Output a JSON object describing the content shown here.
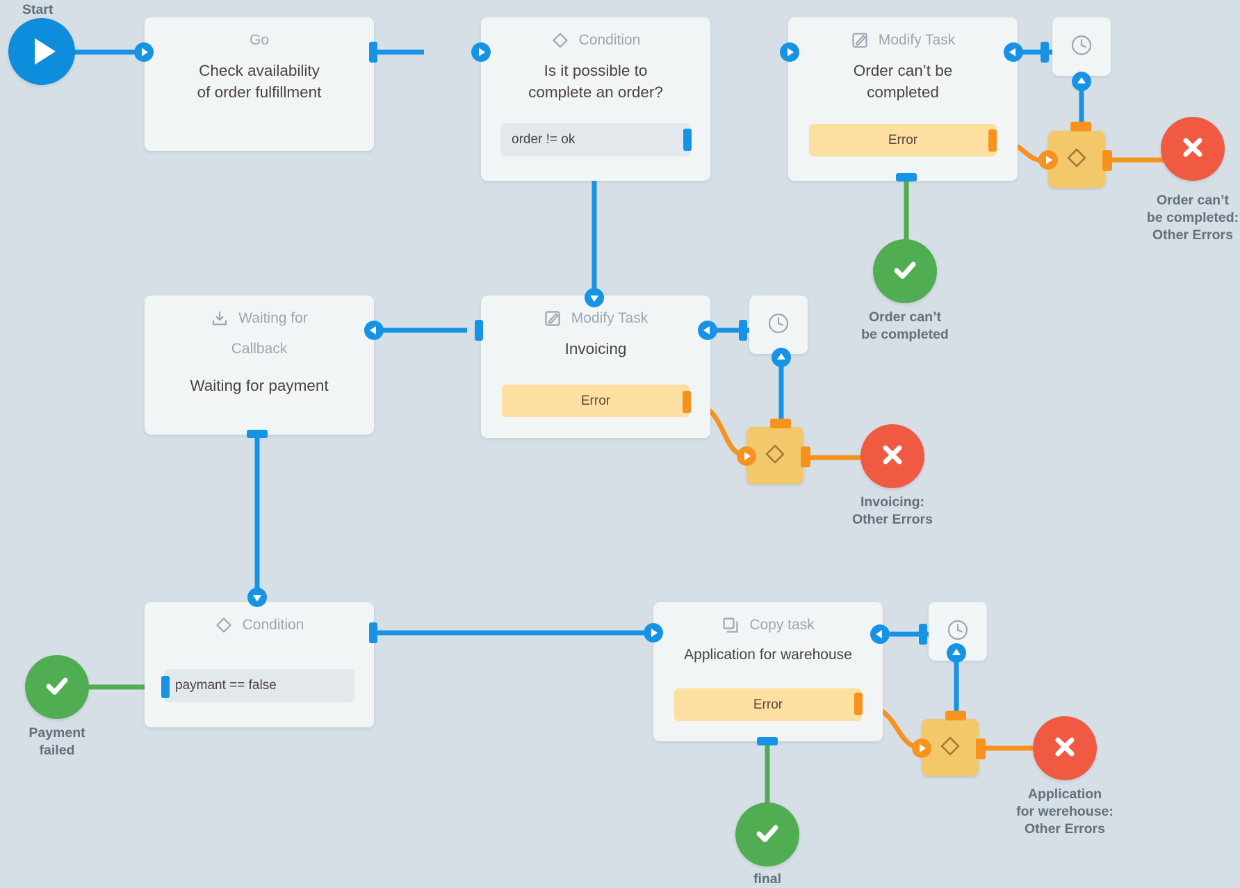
{
  "diagram": {
    "title": "Order fulfillment workflow",
    "background_color": "#d5dfe5",
    "colors": {
      "flow_blue": "#1793e6",
      "error_orange": "#f7921e",
      "success_green": "#51ad51",
      "failure_red": "#f05a43",
      "gateway_yellow": "#f3c86a",
      "error_badge": "#fde0a1",
      "card_background": "#f2f5f6",
      "label_text": "#62707c"
    }
  },
  "start": {
    "caption": "Start",
    "icon": "play-icon"
  },
  "nodes": {
    "go_check": {
      "type_label": "Go",
      "type_icon": "",
      "title": "Check availability\nof order fulfillment",
      "title_line1": "Check availability",
      "title_line2": "of order fulfillment"
    },
    "condition_order": {
      "type_label": "Condition",
      "type_icon": "diamond-icon",
      "title_line1": "Is it possible to",
      "title_line2": "complete an order?",
      "condition_value": "order != ok"
    },
    "modify_order_failed": {
      "type_label": "Modify Task",
      "type_icon": "pencil-square-icon",
      "title_line1": "Order can’t be",
      "title_line2": "completed",
      "error_label": "Error"
    },
    "waiting_callback": {
      "type_label_line1": "Waiting for",
      "type_label_line2": "Callback",
      "type_icon": "inbox-download-icon",
      "title": "Waiting for payment"
    },
    "modify_invoicing": {
      "type_label": "Modify Task",
      "type_icon": "pencil-square-icon",
      "title": "Invoicing",
      "error_label": "Error"
    },
    "condition_payment": {
      "type_label": "Condition",
      "type_icon": "diamond-icon",
      "condition_value": "paymant == false"
    },
    "copy_task": {
      "type_label": "Copy task",
      "type_icon": "copy-icon",
      "title": "Application for warehouse",
      "error_label": "Error"
    }
  },
  "timers": {
    "timer_order": {
      "icon": "clock-icon"
    },
    "timer_invoicing": {
      "icon": "clock-icon"
    },
    "timer_copy": {
      "icon": "clock-icon"
    }
  },
  "gateways": {
    "gw_order": {
      "icon": "diamond-icon"
    },
    "gw_invoicing": {
      "icon": "diamond-icon"
    },
    "gw_copy": {
      "icon": "diamond-icon"
    }
  },
  "end_nodes": {
    "err_order": {
      "icon": "x-icon",
      "caption_line1": "Order can’t",
      "caption_line2": "be completed:",
      "caption_line3": "Other Errors"
    },
    "ok_order": {
      "icon": "check-icon",
      "caption_line1": "Order can’t",
      "caption_line2": "be completed"
    },
    "err_invoicing": {
      "icon": "x-icon",
      "caption_line1": "Invoicing:",
      "caption_line2": "Other Errors"
    },
    "ok_payment": {
      "icon": "check-icon",
      "caption_line1": "Payment",
      "caption_line2": "failed"
    },
    "err_copy": {
      "icon": "x-icon",
      "caption_line1": "Application",
      "caption_line2": "for werehouse:",
      "caption_line3": "Other Errors"
    },
    "ok_final": {
      "icon": "check-icon",
      "caption_line1": "final"
    }
  }
}
